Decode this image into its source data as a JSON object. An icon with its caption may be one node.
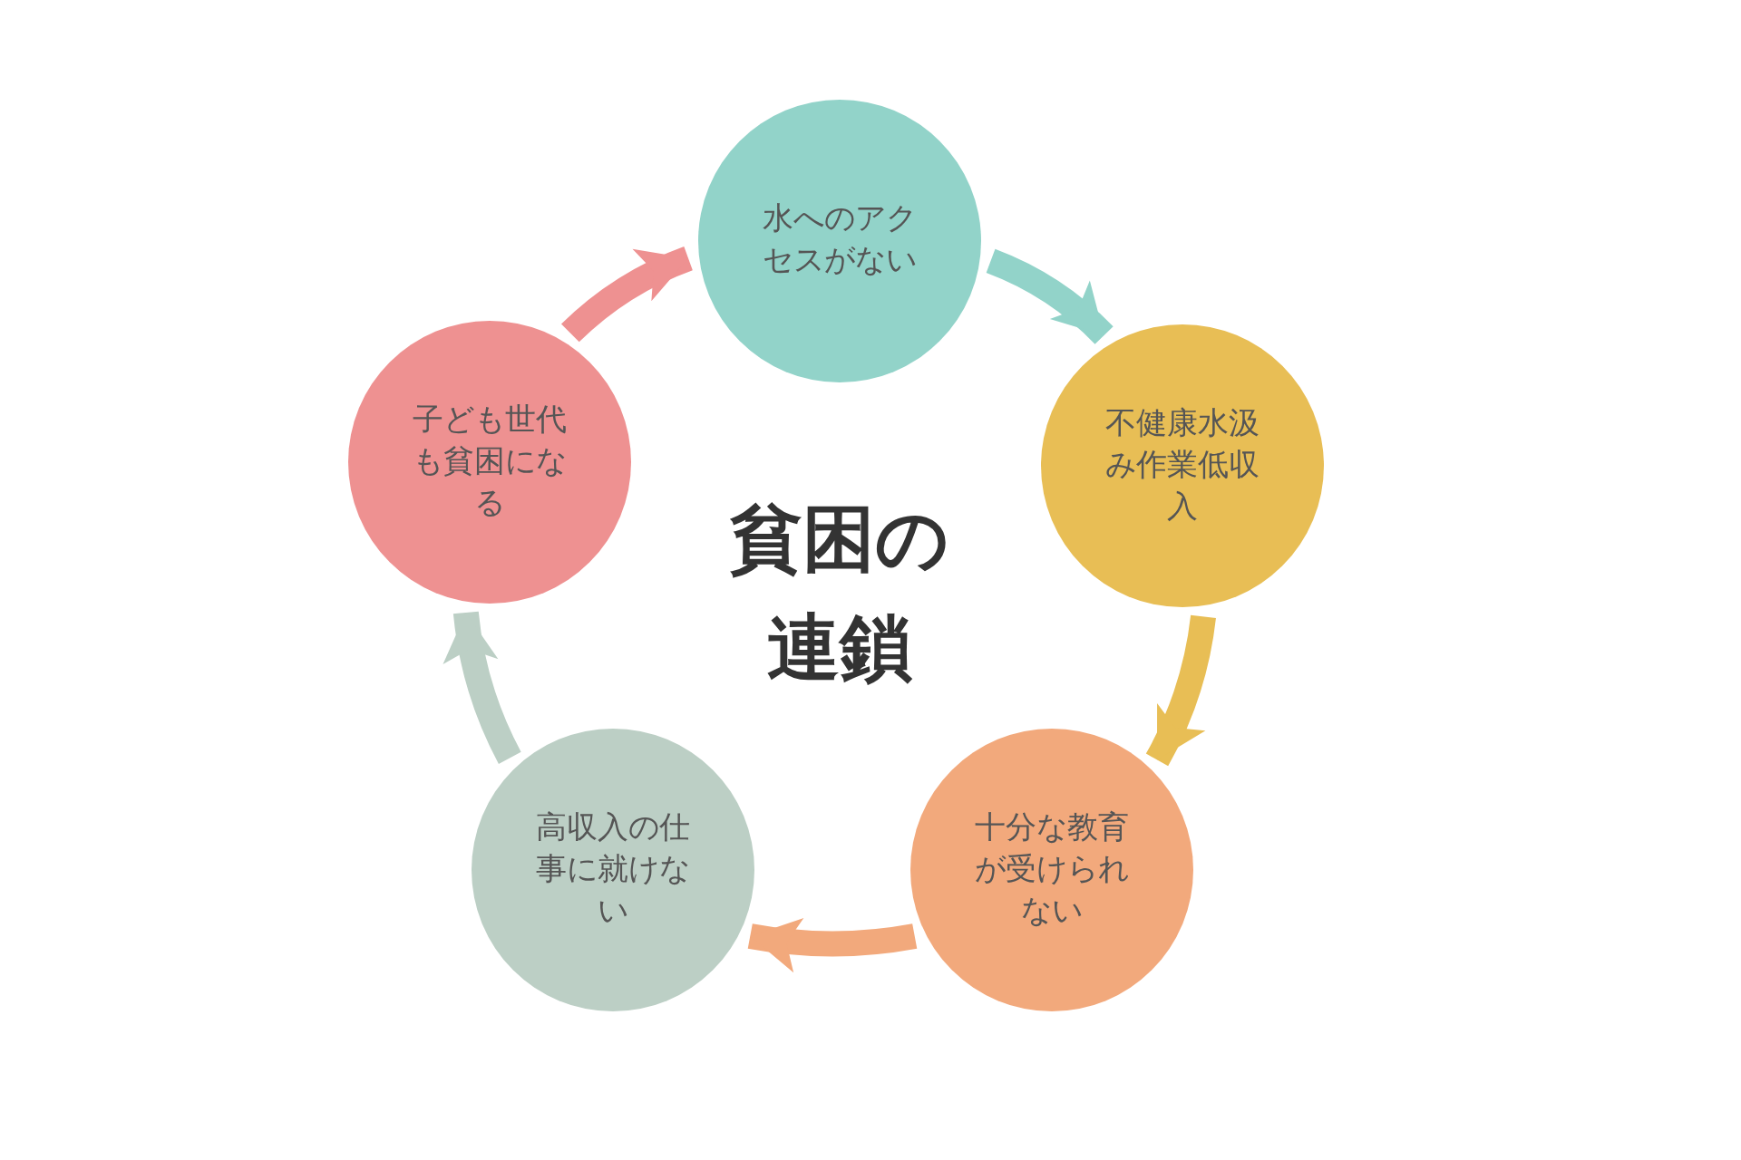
{
  "diagram": {
    "title": "貧困の連鎖",
    "nodes": [
      {
        "text": [
          "水へのアクセスがない"
        ]
      },
      {
        "text": [
          "不健康水汲み作業低収入"
        ]
      },
      {
        "text": [
          "十分な教育が受けられない"
        ]
      },
      {
        "text": [
          "高収入の仕事に就けない"
        ]
      },
      {
        "text": [
          "子ども世代も貧困になる"
        ]
      }
    ],
    "edges": [
      {
        "from": 0,
        "to": 1,
        "arrow": "to",
        "color": "#92d3c9"
      },
      {
        "from": 1,
        "to": 2,
        "arrow": "to",
        "color": "#e8be55"
      },
      {
        "from": 2,
        "to": 3,
        "arrow": "to",
        "color": "#f2a97c"
      },
      {
        "from": 3,
        "to": 4,
        "arrow": "to",
        "color": "#bccfc5"
      },
      {
        "from": 4,
        "to": 0,
        "arrow": "to",
        "color": "#ee9191"
      }
    ]
  }
}
